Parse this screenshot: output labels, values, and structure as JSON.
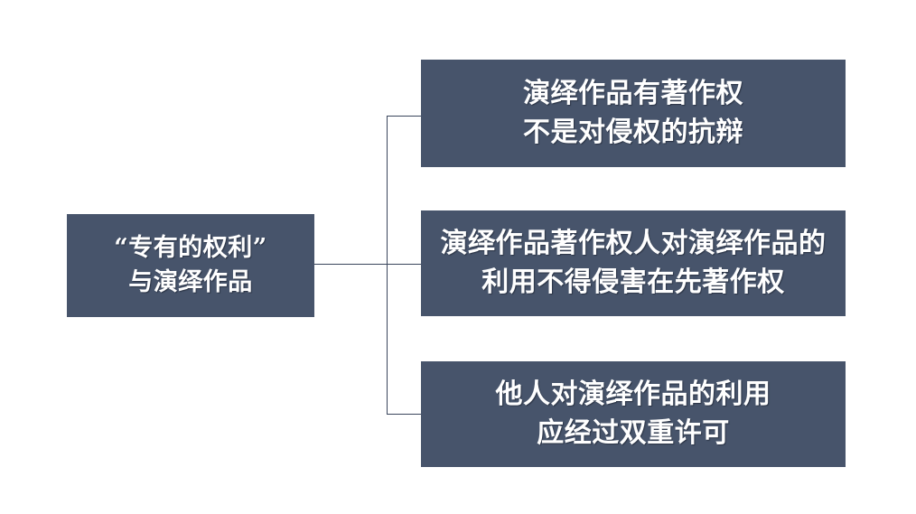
{
  "diagram": {
    "type": "horizontal-tree",
    "background_color": "#ffffff",
    "box_fill_color": "#47546b",
    "text_color": "#ffffff",
    "connector_color": "#3a465c",
    "root": {
      "id": "root",
      "text": "“专有的权利”\n与演绎作品"
    },
    "children": [
      {
        "id": "child-0",
        "text": "演绎作品有著作权\n不是对侵权的抗辩"
      },
      {
        "id": "child-1",
        "text": "演绎作品著作权人对演绎作品的\n利用不得侵害在先著作权"
      },
      {
        "id": "child-2",
        "text": "他人对演绎作品的利用\n应经过双重许可"
      }
    ]
  }
}
